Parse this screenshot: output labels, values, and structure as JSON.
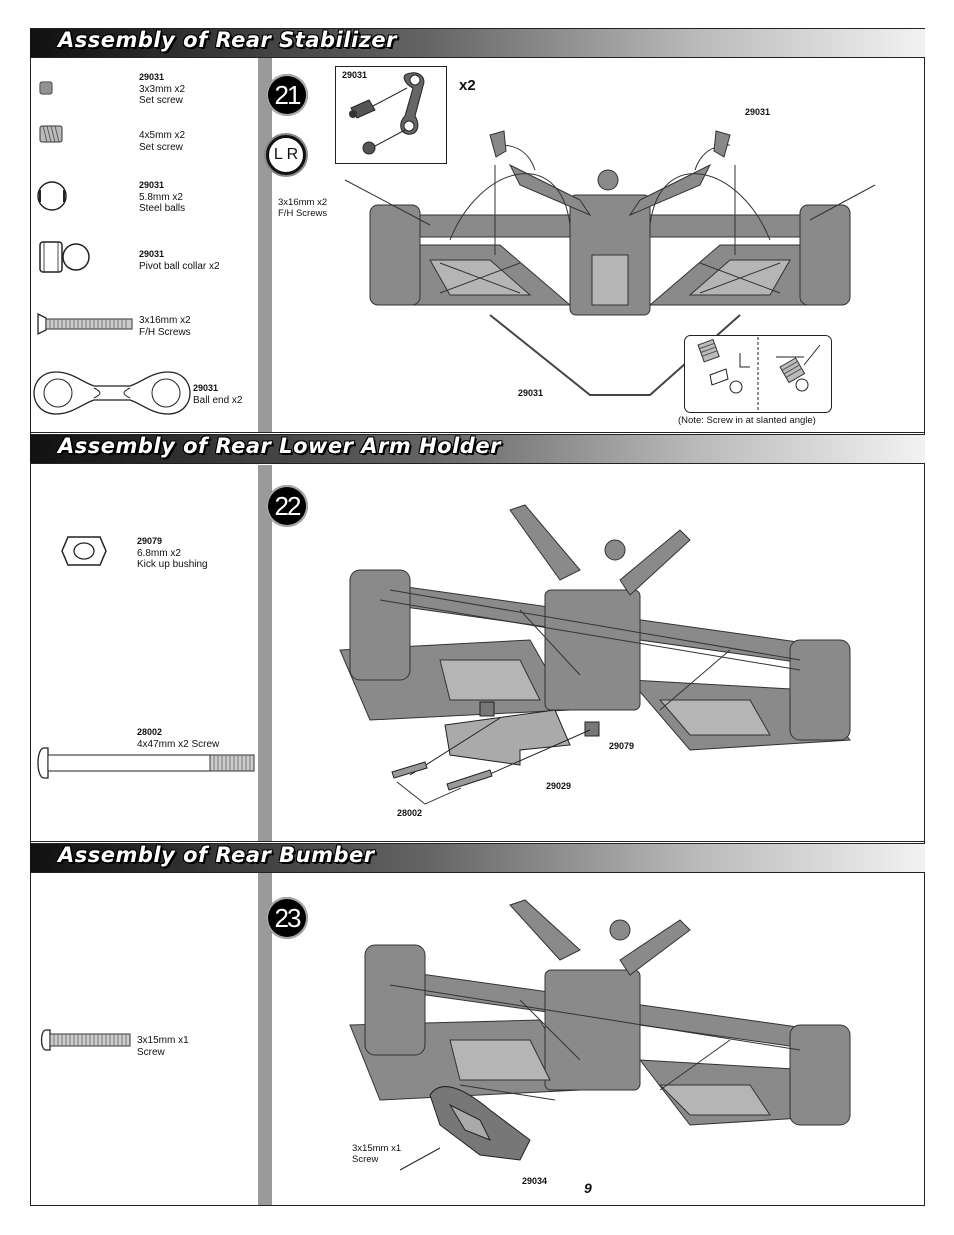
{
  "page_number": "9",
  "sections": [
    {
      "title": "Assembly of Rear Stabilizer",
      "step": "21",
      "lr_badge": "L R",
      "parts": [
        {
          "code": "29031",
          "lines": [
            "3x3mm x2",
            "Set screw"
          ],
          "icon": "set-screw-small-icon"
        },
        {
          "code": "",
          "lines": [
            "4x5mm x2",
            "Set screw"
          ],
          "icon": "set-screw-large-icon"
        },
        {
          "code": "29031",
          "lines": [
            "5.8mm x2",
            "Steel balls"
          ],
          "icon": "steel-ball-icon"
        },
        {
          "code": "29031",
          "lines": [
            "Pivot ball collar x2"
          ],
          "icon": "pivot-ball-collar-icon"
        },
        {
          "code": "",
          "lines": [
            "3x16mm x2",
            "F/H Screws"
          ],
          "icon": "fh-screw-icon"
        },
        {
          "code": "29031",
          "lines": [
            "Ball end x2"
          ],
          "icon": "ball-end-icon"
        }
      ],
      "callouts": {
        "inset_code": "29031",
        "multiplier": "x2",
        "right_code": "29031",
        "screws_label_1": "3x16mm x2",
        "screws_label_2": "F/H Screws",
        "bar_code": "29031",
        "note": "(Note: Screw in at slanted angle)"
      }
    },
    {
      "title": "Assembly of Rear Lower Arm Holder",
      "step": "22",
      "parts": [
        {
          "code": "29079",
          "lines": [
            "6.8mm x2",
            "Kick up bushing"
          ],
          "icon": "kick-up-bushing-icon"
        },
        {
          "code": "28002",
          "lines": [
            "4x47mm x2 Screw"
          ],
          "icon": "long-screw-icon"
        }
      ],
      "callouts": {
        "bushing_code": "29079",
        "holder_code": "29029",
        "screw_code": "28002"
      }
    },
    {
      "title": "Assembly of Rear Bumber",
      "step": "23",
      "parts": [
        {
          "code": "",
          "lines": [
            "3x15mm x1",
            "Screw"
          ],
          "icon": "button-screw-icon"
        }
      ],
      "callouts": {
        "screw_label_1": "3x15mm x1",
        "screw_label_2": "Screw",
        "bumper_code": "29034"
      }
    }
  ]
}
